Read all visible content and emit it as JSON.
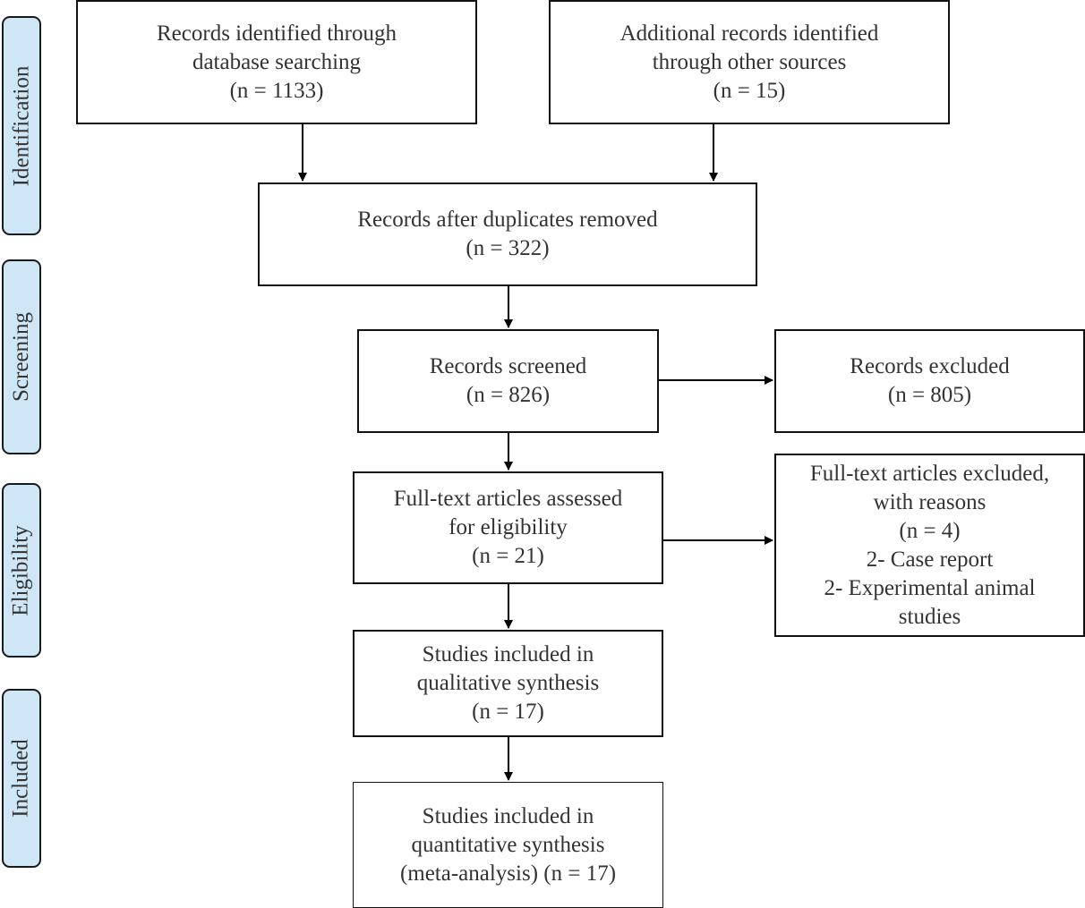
{
  "phases": {
    "identification": "Identification",
    "screening": "Screening",
    "eligibility": "Eligibility",
    "included": "Included"
  },
  "boxes": {
    "db_search": {
      "lines": [
        "Records identified through",
        "database searching",
        "(n = 1133)"
      ]
    },
    "other_sources": {
      "lines": [
        "Additional records identified",
        "through other sources",
        "(n = 15)"
      ]
    },
    "after_duplicates": {
      "lines": [
        "Records after duplicates removed",
        "(n = 322)"
      ]
    },
    "screened": {
      "lines": [
        "Records screened",
        "(n = 826)"
      ]
    },
    "excluded": {
      "lines": [
        "Records excluded",
        "(n = 805)"
      ]
    },
    "fulltext_assessed": {
      "lines": [
        "Full-text articles assessed",
        "for eligibility",
        "(n = 21)"
      ]
    },
    "fulltext_excluded": {
      "lines": [
        "Full-text articles excluded,",
        "with reasons",
        "(n = 4)",
        "2- Case report",
        "2- Experimental animal",
        "studies"
      ]
    },
    "qualitative": {
      "lines": [
        "Studies included in",
        "qualitative synthesis",
        "(n = 17)"
      ]
    },
    "quantitative": {
      "lines": [
        "Studies included in",
        "quantitative synthesis",
        "(meta-analysis) (n = 17)"
      ]
    }
  }
}
